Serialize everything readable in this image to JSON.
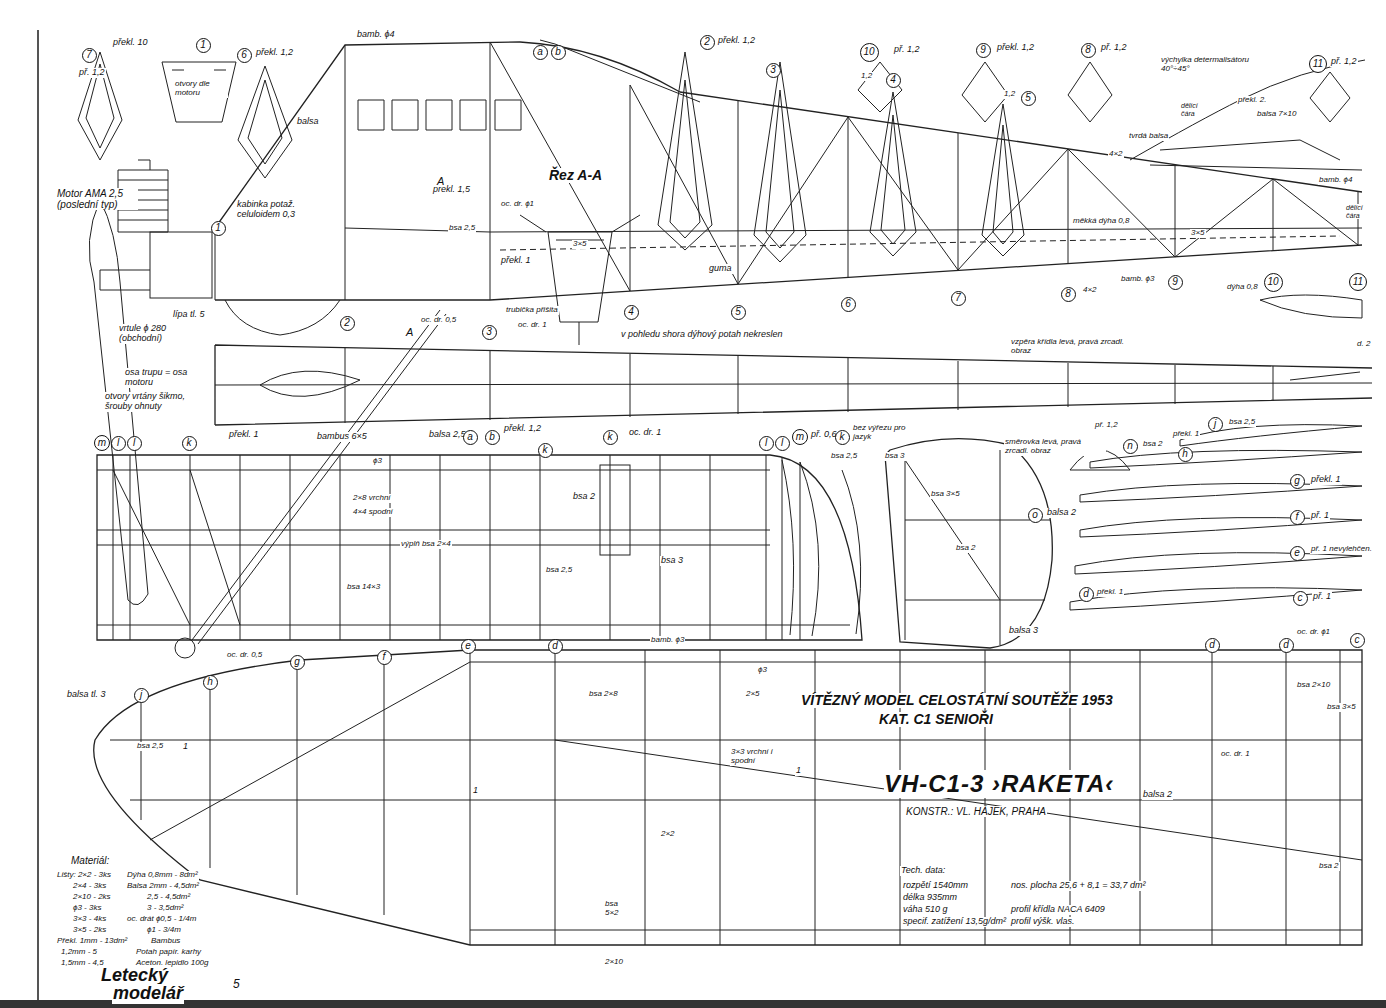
{
  "diagram": {
    "title": "VH-C1-3 ›RAKETA‹",
    "nodes": [
      {
        "text": [
          "7"
        ]
      },
      {
        "text": [
          "1"
        ]
      },
      {
        "text": [
          "6"
        ]
      },
      {
        "text": [
          "a"
        ]
      },
      {
        "text": [
          "b"
        ]
      },
      {
        "text": [
          "2"
        ]
      },
      {
        "text": [
          "10"
        ]
      },
      {
        "text": [
          "9"
        ]
      },
      {
        "text": [
          "8"
        ]
      },
      {
        "text": [
          "11"
        ]
      },
      {
        "text": [
          "3"
        ]
      },
      {
        "text": [
          "4"
        ]
      },
      {
        "text": [
          "5"
        ]
      },
      {
        "text": [
          "1"
        ]
      },
      {
        "text": [
          "2"
        ]
      },
      {
        "text": [
          "3"
        ]
      },
      {
        "text": [
          "4"
        ]
      },
      {
        "text": [
          "5"
        ]
      },
      {
        "text": [
          "6"
        ]
      },
      {
        "text": [
          "7"
        ]
      },
      {
        "text": [
          "8"
        ]
      },
      {
        "text": [
          "9"
        ]
      },
      {
        "text": [
          "10"
        ]
      },
      {
        "text": [
          "11"
        ]
      },
      {
        "text": [
          "a"
        ]
      },
      {
        "text": [
          "b"
        ]
      },
      {
        "text": [
          "m"
        ]
      },
      {
        "text": [
          "l"
        ]
      },
      {
        "text": [
          "l"
        ]
      },
      {
        "text": [
          "k"
        ]
      },
      {
        "text": [
          "k"
        ]
      },
      {
        "text": [
          "k"
        ]
      },
      {
        "text": [
          "l"
        ]
      },
      {
        "text": [
          "l"
        ]
      },
      {
        "text": [
          "m"
        ]
      },
      {
        "text": [
          "k"
        ]
      },
      {
        "text": [
          "n"
        ]
      },
      {
        "text": [
          "o"
        ]
      },
      {
        "text": [
          "j"
        ]
      },
      {
        "text": [
          "h"
        ]
      },
      {
        "text": [
          "g"
        ]
      },
      {
        "text": [
          "f"
        ]
      },
      {
        "text": [
          "e"
        ]
      },
      {
        "text": [
          "d"
        ]
      },
      {
        "text": [
          "c"
        ]
      },
      {
        "text": [
          "j"
        ]
      },
      {
        "text": [
          "h"
        ]
      },
      {
        "text": [
          "g"
        ]
      },
      {
        "text": [
          "f"
        ]
      },
      {
        "text": [
          "e"
        ]
      },
      {
        "text": [
          "d"
        ]
      },
      {
        "text": [
          "d"
        ]
      },
      {
        "text": [
          "d"
        ]
      },
      {
        "text": [
          "c"
        ]
      }
    ],
    "labels": [
      "př. 1,2",
      "překl. 10",
      "otvory dle motoru",
      "překl. 1,2",
      "balsa",
      "bamb. ϕ4",
      "překl. 1,5",
      "Motor AMA 2,5 (poslední typ)",
      "kabinka potaž. celuloidem 0,3",
      "A",
      "Řez A-A",
      "oc. dr. ϕ1",
      "bsa 2,5",
      "3×5",
      "překl. 1",
      "guma",
      "lípa tl. 5",
      "vrtule ϕ 280 (obchodní)",
      "A",
      "oc. dr. 0,5",
      "trubička přišita",
      "oc. dr. 1",
      "v pohledu shora dýhový potah nekreslen",
      "překl. 1,2",
      "1,2",
      "př. 1,2",
      "překl. 1,2",
      "1,2",
      "př. 1,2",
      "výchylka determalisátoru 40°÷45°",
      "př. 1,2",
      "překl. 2.",
      "balsa 7×10",
      "tvrdá balsa",
      "dělící čára",
      "bamb. ϕ4",
      "dělící čára",
      "4×2",
      "měkká dýha 0,8",
      "3×5",
      "4×2",
      "bamb. ϕ3",
      "dýha 0,8",
      "vzpěra křídla levá, pravá zrcadl. obraz",
      "d. 2",
      "osa trupu = osa motoru",
      "otvory vrtány šikmo, šrouby ohnuty",
      "překl. 1",
      "bambus 6×5",
      "balsa 2,5",
      "překl. 1,2",
      "oc. dr. 1",
      "př. 0,6",
      "bez výřezu pro jazyk",
      "bsa 2,5",
      "ϕ3",
      "2×8 vrchní",
      "4×4 spodní",
      "výplň bsa 2×4",
      "bsa 2",
      "bsa 2,5",
      "bsa 14×3",
      "bsa 3",
      "bamb. ϕ3",
      "bsa 3",
      "bsa 3×5",
      "balsa 2",
      "bsa 2",
      "balsa 3",
      "směrovka levá, pravá zrcadl. obraz",
      "př. 1,2",
      "bsa 2",
      "bsa 2,5",
      "překl. 1",
      "překl. 1",
      "př. 1",
      "př. 1 nevylehčen.",
      "překl. 1",
      "př. 1",
      "oc. dr. 0,5",
      "oc. dr. ϕ1",
      "balsa tl. 3",
      "bsa 2,5",
      "1",
      "ϕ3",
      "2×5",
      "bsa 2×8",
      "3×3 vrchní i spodní",
      "1",
      "1",
      "2×2",
      "bsa 5×2",
      "2×10",
      "oc. dr. 1",
      "balsa 2",
      "bsa 2×10",
      "bsa 3×5",
      "bsa 2",
      "VÍTĚZNÝ MODEL CELOSTÁTNÍ SOUTĚŽE 1953",
      "KAT. C1 SENIOŘI",
      "KONSTR.: VL. HÁJEK, PRAHA",
      "Tech. data:",
      "rozpětí 1540mm",
      "délka 935mm",
      "váha 510 g",
      "specif. zatížení 13,5g/dm²",
      "nos. plocha 25,6 + 8,1 = 33,7 dm²",
      "profil křídla NACA 6409",
      "profil výšk. vlas.",
      "Materiál:",
      "Lišty: 2×2 - 3ks",
      "2×4 - 3ks",
      "2×10 - 2ks",
      "ϕ3 - 3ks",
      "3×3 - 4ks",
      "3×5 - 2ks",
      "Dýha 0,8mm - 8dm²",
      "Balsa 2mm - 4,5dm²",
      "2,5 - 4,5dm²",
      "3 - 3,5dm²",
      "oc. drát ϕ0,5 - 1/4m",
      "ϕ1 - 3/4m",
      "Překl. 1mm - 13dm²",
      "1,2mm - 5",
      "1,5mm - 4,5",
      "Bambus",
      "Potah papír. karhy",
      "Aceton. lepidlo 100g",
      "Letecký",
      "modelář",
      "5"
    ]
  }
}
